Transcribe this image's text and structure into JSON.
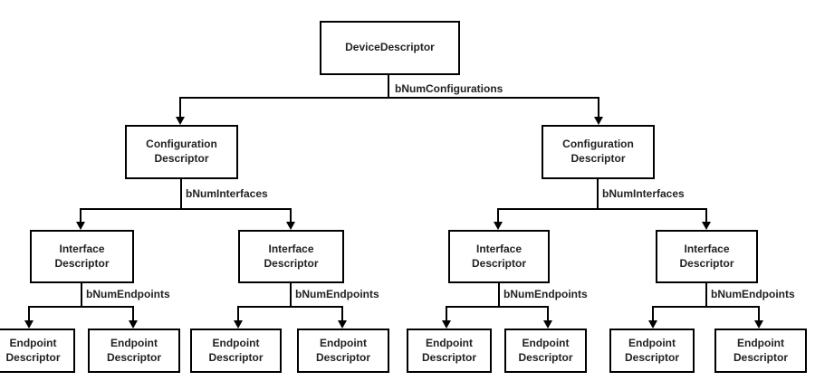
{
  "diagram": {
    "nodes": {
      "device": "DeviceDescriptor",
      "configuration": "Configuration Descriptor",
      "interface": "Interface Descriptor",
      "endpoint": "Endpoint Descriptor"
    },
    "edges": {
      "bnum_configurations": "bNumConfigurations",
      "bnum_interfaces": "bNumInterfaces",
      "bnum_endpoints": "bNumEndpoints"
    },
    "counts": {
      "device": 1,
      "configuration": 2,
      "interface": 4,
      "endpoint": 8
    },
    "colors": {
      "line": "#000000",
      "text": "#222222",
      "background": "#ffffff"
    }
  }
}
